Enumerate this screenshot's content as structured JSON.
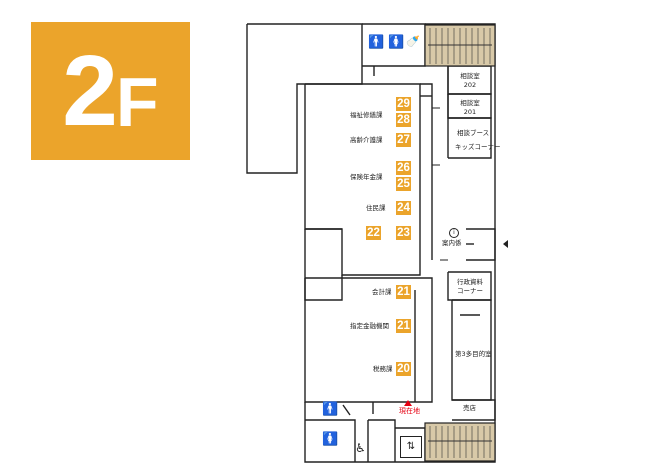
{
  "floor": {
    "number": "2",
    "unit": "F"
  },
  "rooms": {
    "consult_202": "相談室\n202",
    "consult_201": "相談室\n201",
    "booth": "相談ブース",
    "kids": "キッズコーナー",
    "info": "案内係",
    "admin_docs": "行政資料\nコーナー",
    "multipurpose": "第3多目的室",
    "shop": "売店"
  },
  "counters": [
    {
      "label": "福祉修繕課",
      "windows": [
        "29",
        "28"
      ]
    },
    {
      "label": "高齢介護課",
      "windows": [
        "27"
      ]
    },
    {
      "label": "保険年金課",
      "windows": [
        "26",
        "25"
      ]
    },
    {
      "label": "住民課",
      "windows": [
        "24"
      ]
    },
    {
      "label": "",
      "windows": [
        "22",
        "23"
      ]
    },
    {
      "label": "会計課",
      "windows": [
        "21"
      ]
    },
    {
      "label": "指定金融機関",
      "windows": [
        "21"
      ]
    },
    {
      "label": "税務課",
      "windows": [
        "20"
      ]
    }
  ],
  "current_location": "現在地",
  "info_symbol": "i",
  "icons": [
    "restroom-icon",
    "wheelchair-icon",
    "elevator-icon",
    "stairs-icon",
    "info-icon",
    "current-location-marker-icon"
  ],
  "colors": {
    "accent": "#eba42b",
    "marker": "#e60012",
    "wall": "#222222"
  }
}
